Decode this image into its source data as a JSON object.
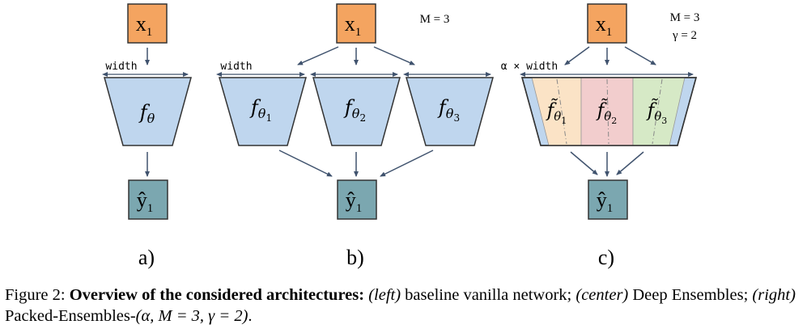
{
  "colors": {
    "input": "#F4A460",
    "output": "#7BA7B0",
    "block": "#BFD6EE",
    "sub1": "#FBE3C6",
    "sub2": "#F2CDCD",
    "sub3": "#D6E9C6",
    "arrow": "#40536E"
  },
  "panels": {
    "a": {
      "label": "a)",
      "input": "x",
      "input_sub": "1",
      "output": "ŷ",
      "output_sub": "1",
      "width_label": "width",
      "block": "f",
      "block_sub": "θ"
    },
    "b": {
      "label": "b)",
      "input": "x",
      "input_sub": "1",
      "output": "ŷ",
      "output_sub": "1",
      "width_label": "width",
      "param": "M = 3",
      "blocks": [
        {
          "f": "f",
          "sub": "θ",
          "idx": "1"
        },
        {
          "f": "f",
          "sub": "θ",
          "idx": "2"
        },
        {
          "f": "f",
          "sub": "θ",
          "idx": "3"
        }
      ]
    },
    "c": {
      "label": "c)",
      "input": "x",
      "input_sub": "1",
      "output": "ŷ",
      "output_sub": "1",
      "width_label": "α × width",
      "param1": "M = 3",
      "param2": "γ = 2",
      "blocks": [
        {
          "f": "f̃",
          "sub": "θ",
          "idx": "1"
        },
        {
          "f": "f̃",
          "sub": "θ",
          "idx": "2"
        },
        {
          "f": "f̃",
          "sub": "θ",
          "idx": "3"
        }
      ]
    }
  },
  "caption": {
    "prefix": "Figure 2: ",
    "bold": "Overview of the considered architectures:",
    "left": "(left)",
    "left_text": " baseline vanilla network; ",
    "center": "(center)",
    "center_text": " Deep Ensembles; ",
    "right": "(right)",
    "right_text": " Packed-Ensembles-",
    "params": "(α, M = 3, γ = 2)",
    "end": "."
  }
}
